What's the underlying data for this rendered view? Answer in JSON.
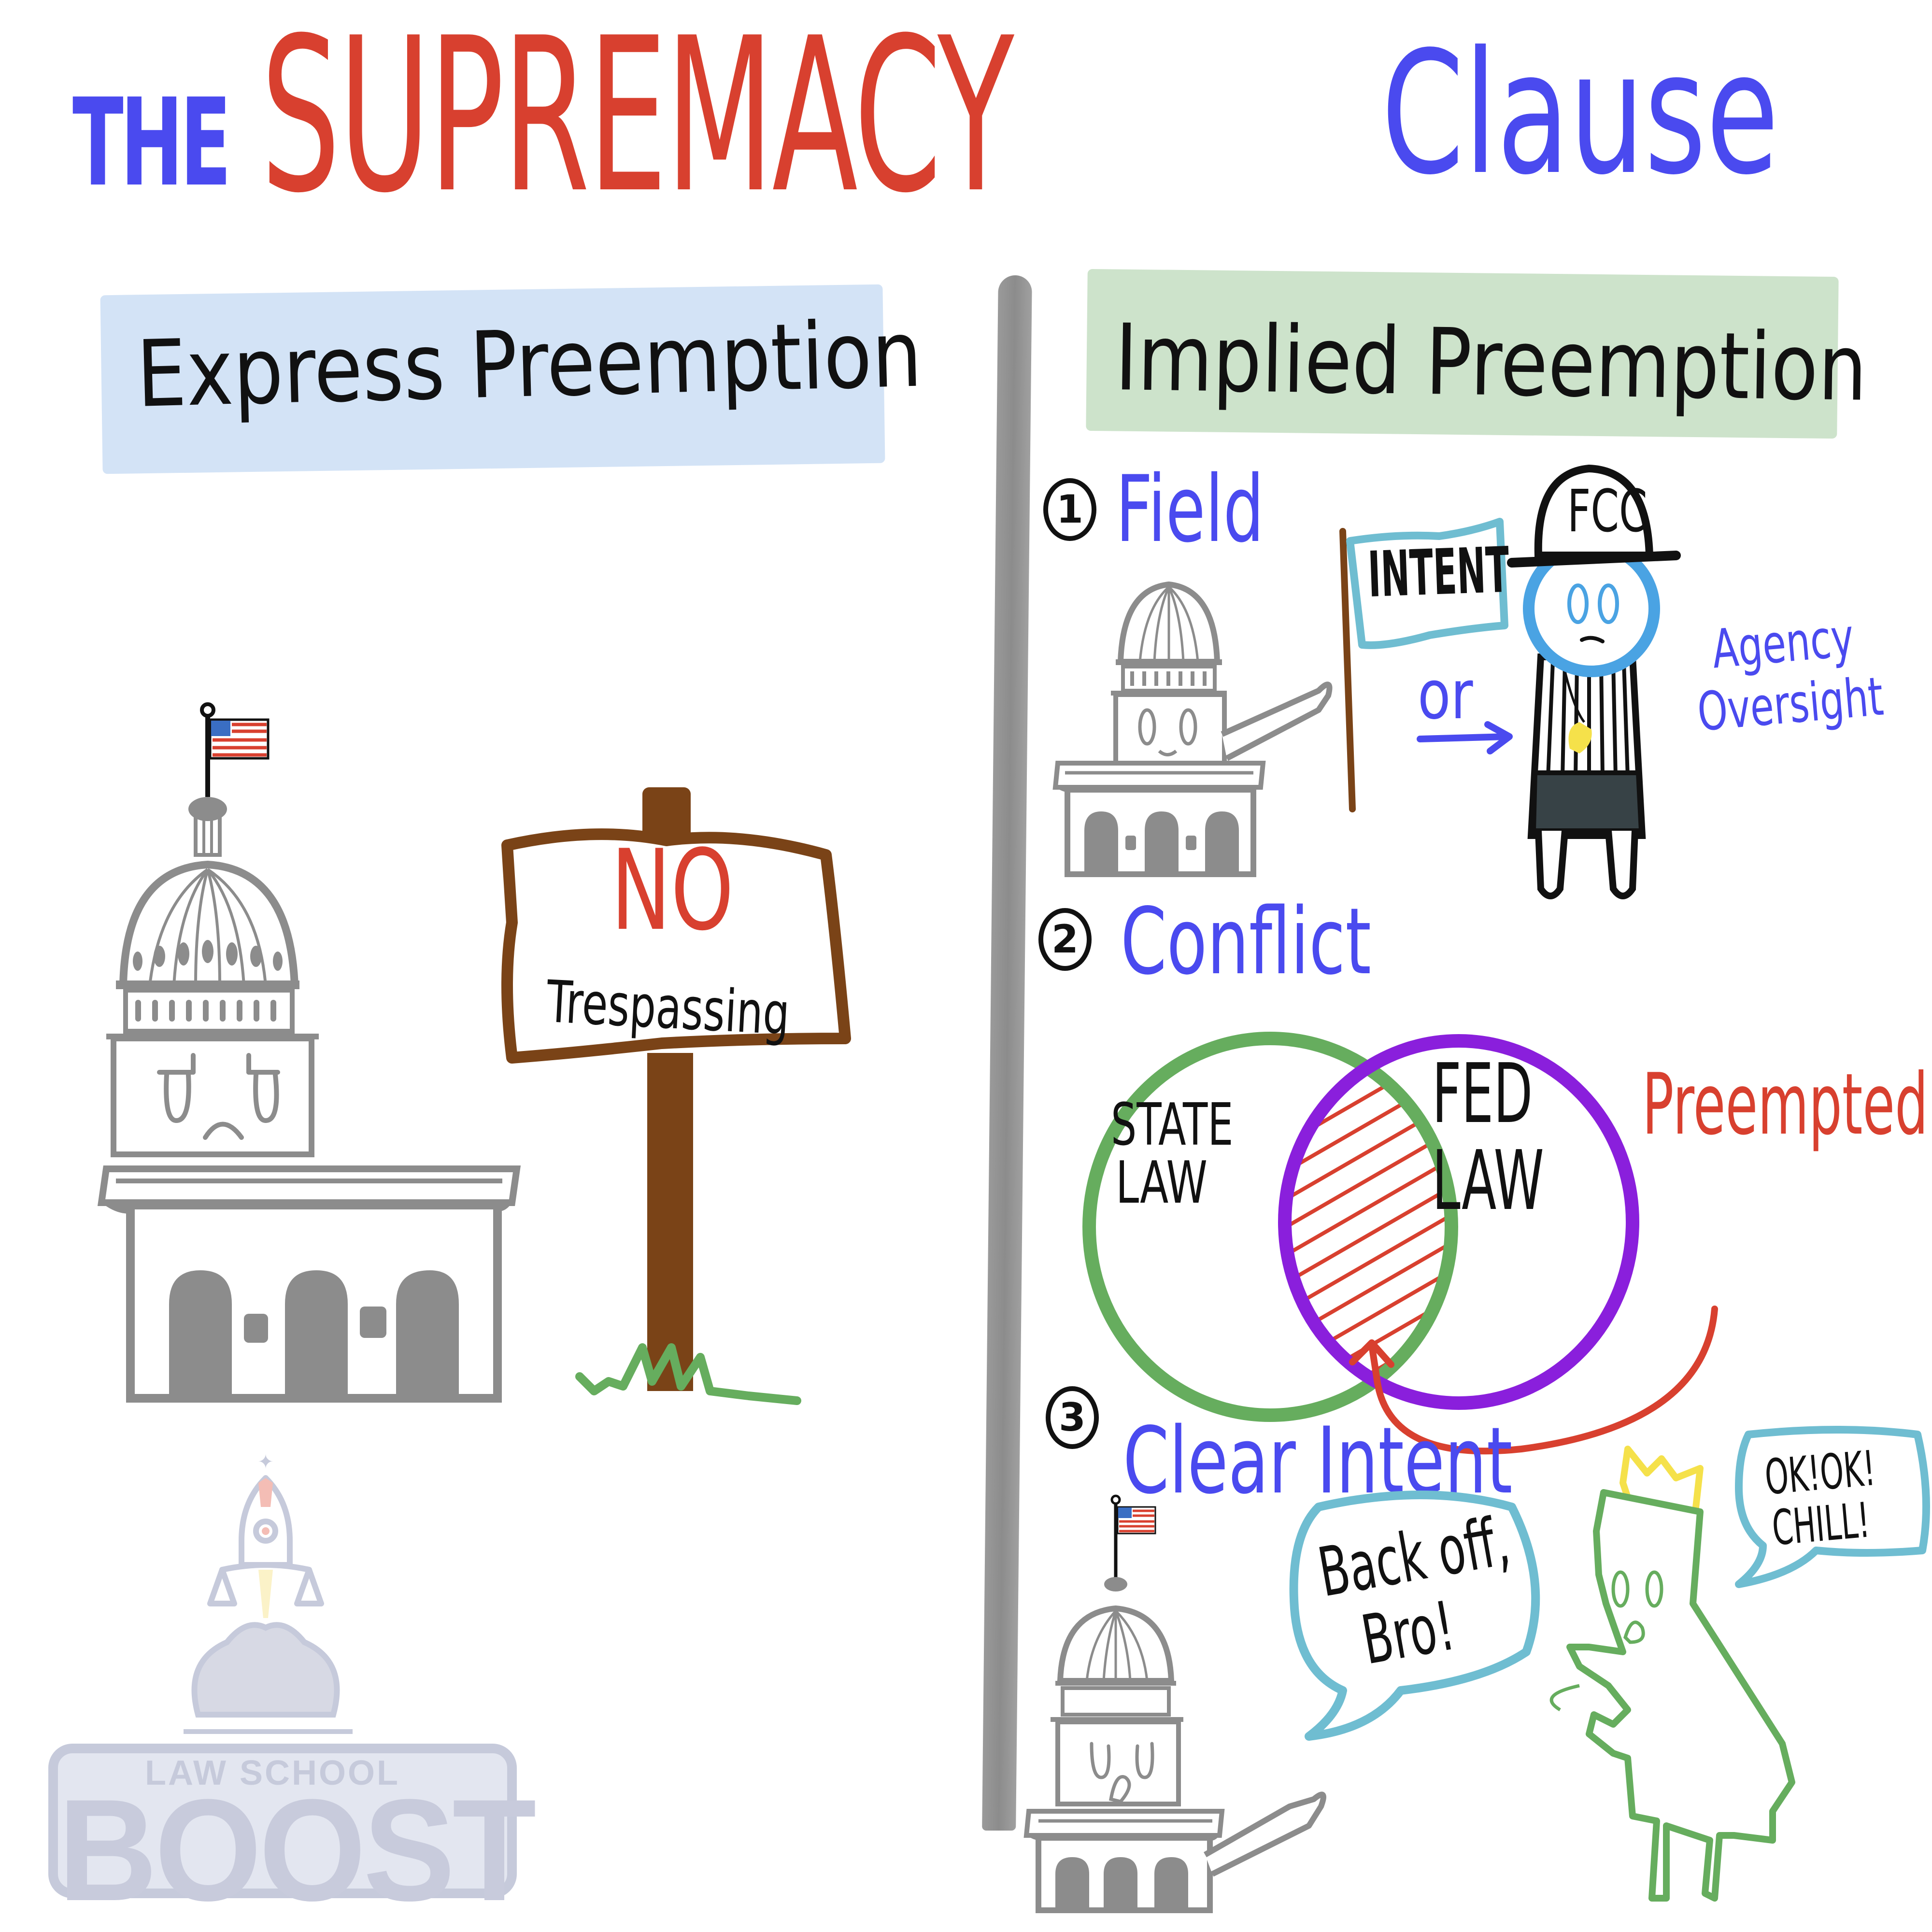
{
  "title": {
    "the": "THE",
    "supremacy": "SUPREMACY",
    "clause": "Clause"
  },
  "left_panel": {
    "header": "Express Preemption",
    "sign": {
      "line1": "NO",
      "line2": "Trespassing"
    }
  },
  "right_panel": {
    "header": "Implied Preemption",
    "sections": [
      {
        "number": "1",
        "label": "Field",
        "flag_text": "INTENT",
        "connector": "or",
        "hat_text": "FCC",
        "side_label_line1": "Agency",
        "side_label_line2": "Oversight"
      },
      {
        "number": "2",
        "label": "Conflict",
        "venn_left_line1": "STATE",
        "venn_left_line2": "LAW",
        "venn_right_line1": "FED",
        "venn_right_line2": "LAW",
        "overlap_label": "Preempted"
      },
      {
        "number": "3",
        "label": "Clear Intent",
        "fed_bubble_line1": "Back off,",
        "fed_bubble_line2": "Bro!",
        "state_bubble_line1": "OK!OK!",
        "state_bubble_line2": "CHILL!"
      }
    ]
  },
  "logo": {
    "small": "LAW SCHOOL",
    "big": "BOOST"
  },
  "colors": {
    "title_blue": "#4a4aef",
    "title_red": "#d8402f",
    "express_bg": "#d3e3f6",
    "implied_bg": "#cde3cb",
    "building_gray": "#8c8c8c",
    "sign_brown": "#7a4317",
    "state_green": "#66ad5e",
    "fed_purple": "#8a1fdc",
    "bubble_blue": "#6fbdd1",
    "crown_yellow": "#f5e14a",
    "logo_gray": "#c6cadb"
  }
}
